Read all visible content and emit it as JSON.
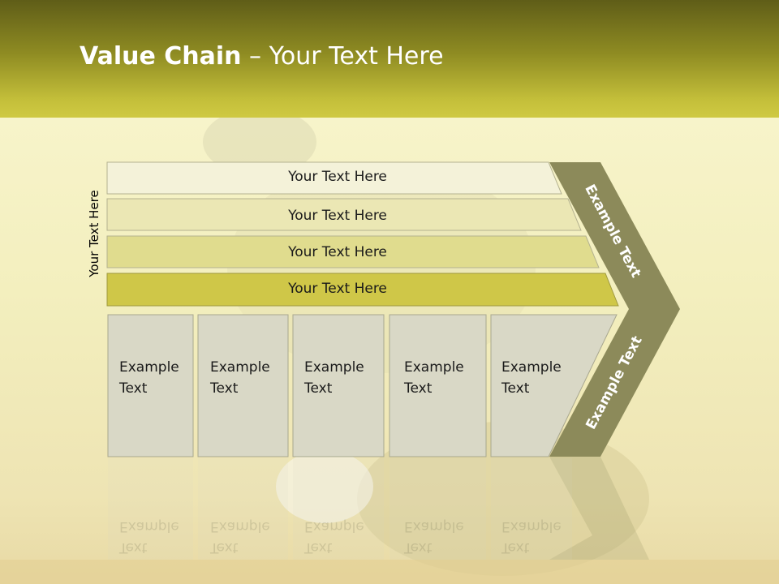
{
  "title": {
    "bold": "Value Chain",
    "rest": " – Your Text Here"
  },
  "side_label": "Your Text Here",
  "rows": [
    {
      "label": "Your Text Here",
      "color": "#f4f2d9"
    },
    {
      "label": "Your Text Here",
      "color": "#ebe7b4"
    },
    {
      "label": "Your Text Here",
      "color": "#e0dc8e"
    },
    {
      "label": "Your Text Here",
      "color": "#cfc748"
    }
  ],
  "boxes": [
    {
      "line1": "Example",
      "line2": "Text"
    },
    {
      "line1": "Example",
      "line2": "Text"
    },
    {
      "line1": "Example",
      "line2": "Text"
    },
    {
      "line1": "Example",
      "line2": "Text"
    },
    {
      "line1": "Example",
      "line2": "Text"
    }
  ],
  "chevron": {
    "upper_label": "Example Text",
    "lower_label": "Example Text",
    "color": "#8c8a5a"
  },
  "colors": {
    "header": "#8e8b22",
    "box_fill": "#d9d8c6",
    "box_border": "#a8a78f"
  }
}
